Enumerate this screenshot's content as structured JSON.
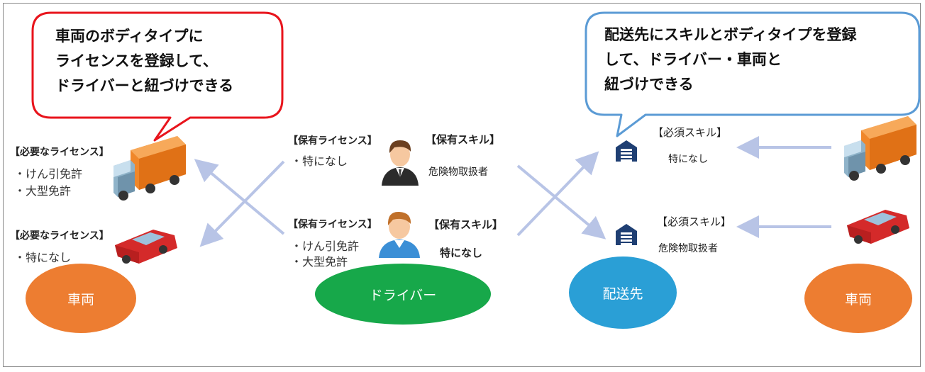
{
  "callouts": {
    "left": {
      "line1": "車両のボディタイプに",
      "line2": "ライセンスを登録して、",
      "line3": "ドライバーと紐づけできる",
      "border_color": "#e8141c"
    },
    "right": {
      "line1": "配送先にスキルとボディタイプを登録",
      "line2": "して、ドライバー・車両と",
      "line3": "紐づけできる",
      "border_color": "#5b9bd5"
    }
  },
  "vehicles_left": [
    {
      "title": "【必要なライセンス】",
      "items": [
        "・けん引免許",
        "・大型免許"
      ],
      "icon": "orange-truck-icon"
    },
    {
      "title": "【必要なライセンス】",
      "items": [
        "・特になし"
      ],
      "icon": "red-car-icon"
    }
  ],
  "drivers": [
    {
      "license_title": "【保有ライセンス】",
      "licenses": [
        "・特になし"
      ],
      "skill_title": "【保有スキル】",
      "skill": "危険物取扱者",
      "icon": "driver-suit-icon"
    },
    {
      "license_title": "【保有ライセンス】",
      "licenses": [
        "・けん引免許",
        "・大型免許"
      ],
      "skill_title": "【保有スキル】",
      "skill": "特になし",
      "icon": "driver-blue-shirt-icon"
    }
  ],
  "destinations": [
    {
      "skill_title": "【必須スキル】",
      "skill": "特になし",
      "icon": "warehouse-icon"
    },
    {
      "skill_title": "【必須スキル】",
      "skill": "危険物取扱者",
      "icon": "warehouse-icon"
    }
  ],
  "vehicles_right": [
    {
      "icon": "orange-truck-icon"
    },
    {
      "icon": "red-car-icon"
    }
  ],
  "labels": {
    "vehicle_left": "車両",
    "driver": "ドライバー",
    "destination": "配送先",
    "vehicle_right": "車両"
  },
  "colors": {
    "vehicle_oval": "#ed7d31",
    "driver_oval": "#17a84a",
    "destination_oval": "#2a9fd6",
    "arrow": "#b8c4e6",
    "warehouse": "#1f3f73"
  }
}
